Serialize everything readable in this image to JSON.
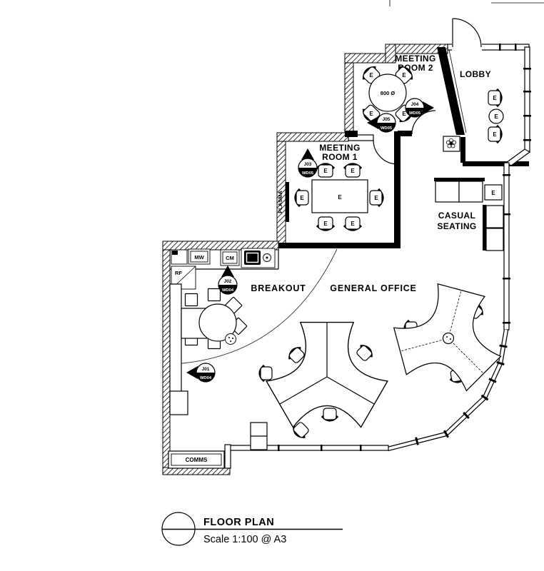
{
  "colors": {
    "ink": "#000000",
    "paper": "#ffffff"
  },
  "title_block": {
    "title": "FLOOR PLAN",
    "scale": "Scale 1:100 @ A3"
  },
  "rooms": {
    "meeting_room_2": {
      "line1": "MEETING",
      "line2": "ROOM 2"
    },
    "meeting_room_1": {
      "line1": "MEETING",
      "line2": "ROOM 1"
    },
    "lobby": {
      "label": "LOBBY"
    },
    "casual_seating": {
      "line1": "CASUAL",
      "line2": "SEATING"
    },
    "breakout": {
      "label": "BREAKOUT"
    },
    "general_office": {
      "label": "GENERAL OFFICE"
    },
    "comms": {
      "label": "COMMS"
    }
  },
  "furniture": {
    "equipment_tag": "E",
    "round_table_diameter": "800 Ø",
    "microwave": "MW",
    "coffee_machine": "CM",
    "refrigerator": "RF",
    "plasma": "PLASMA"
  },
  "joinery_tags": {
    "j01": {
      "id": "J01",
      "sheet": "WD04"
    },
    "j02": {
      "id": "J02",
      "sheet": "WD04"
    },
    "j03": {
      "id": "J03",
      "sheet": "WD05"
    },
    "j04": {
      "id": "J04",
      "sheet": "WD05"
    },
    "j05": {
      "id": "J05",
      "sheet": "WD05"
    }
  }
}
